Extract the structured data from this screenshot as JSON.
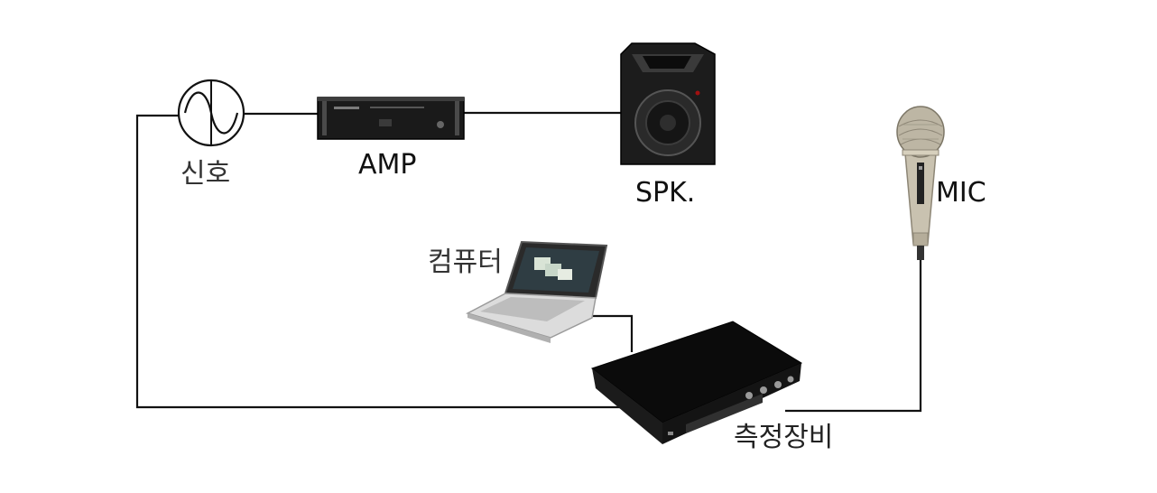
{
  "labels": {
    "signal": "신호",
    "amp": "AMP",
    "speaker": "SPK.",
    "mic": "MIC",
    "computer": "컴퓨터",
    "measurement": "측정장비"
  },
  "icons": {
    "signal": "sine-wave-generator-icon",
    "amp": "rack-amplifier-icon",
    "speaker": "pa-speaker-icon",
    "mic": "handheld-microphone-icon",
    "computer": "laptop-icon",
    "measurement": "measurement-unit-icon"
  },
  "colors": {
    "line": "#111111",
    "device_body": "#0b0b0b",
    "mic_body": "#c9c2b0"
  }
}
